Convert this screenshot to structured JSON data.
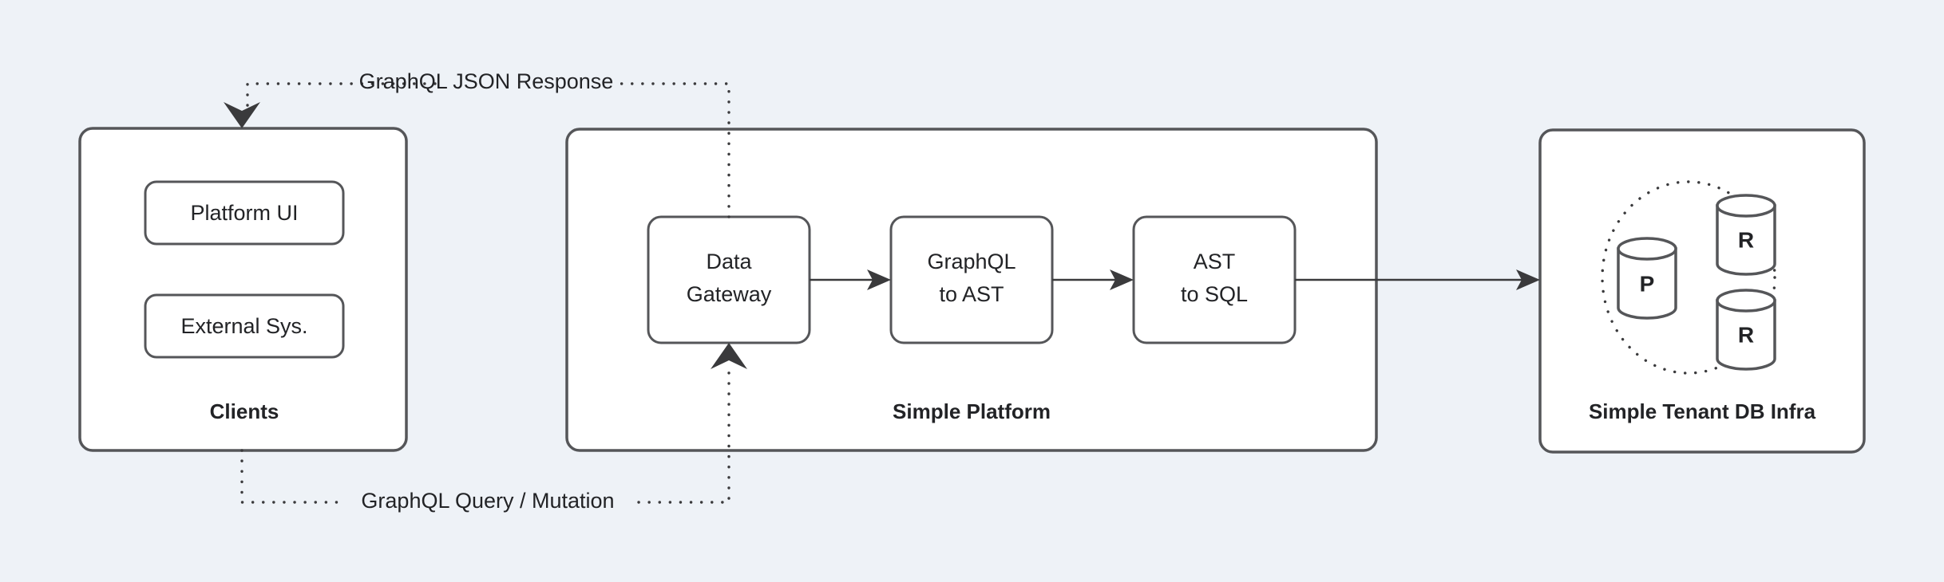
{
  "diagram": {
    "background_color": "#eef2f7",
    "stroke_color": "#555659",
    "text_color": "#222326",
    "panels": [
      {
        "id": "clients",
        "label": "Clients",
        "nodes": [
          {
            "id": "platform-ui",
            "label": "Platform UI"
          },
          {
            "id": "external-sys",
            "label": "External Sys."
          }
        ]
      },
      {
        "id": "simple-platform",
        "label": "Simple Platform",
        "nodes": [
          {
            "id": "data-gateway",
            "label_line1": "Data",
            "label_line2": "Gateway"
          },
          {
            "id": "graphql-to-ast",
            "label_line1": "GraphQL",
            "label_line2": "to AST"
          },
          {
            "id": "ast-to-sql",
            "label_line1": "AST",
            "label_line2": "to SQL"
          }
        ]
      },
      {
        "id": "simple-tenant-db-infra",
        "label": "Simple Tenant DB Infra",
        "databases": [
          {
            "id": "primary-db",
            "label": "P"
          },
          {
            "id": "replica-db-1",
            "label": "R"
          },
          {
            "id": "replica-db-2",
            "label": "R"
          }
        ]
      }
    ],
    "edges": [
      {
        "id": "graphql-json-response",
        "label": "GraphQL JSON Response",
        "style": "dotted"
      },
      {
        "id": "graphql-query-mutation",
        "label": "GraphQL Query / Mutation",
        "style": "dotted"
      },
      {
        "id": "gateway-to-graphql-ast",
        "label": "",
        "style": "solid"
      },
      {
        "id": "graphql-ast-to-ast-sql",
        "label": "",
        "style": "solid"
      },
      {
        "id": "ast-sql-to-db",
        "label": "",
        "style": "solid"
      }
    ]
  }
}
